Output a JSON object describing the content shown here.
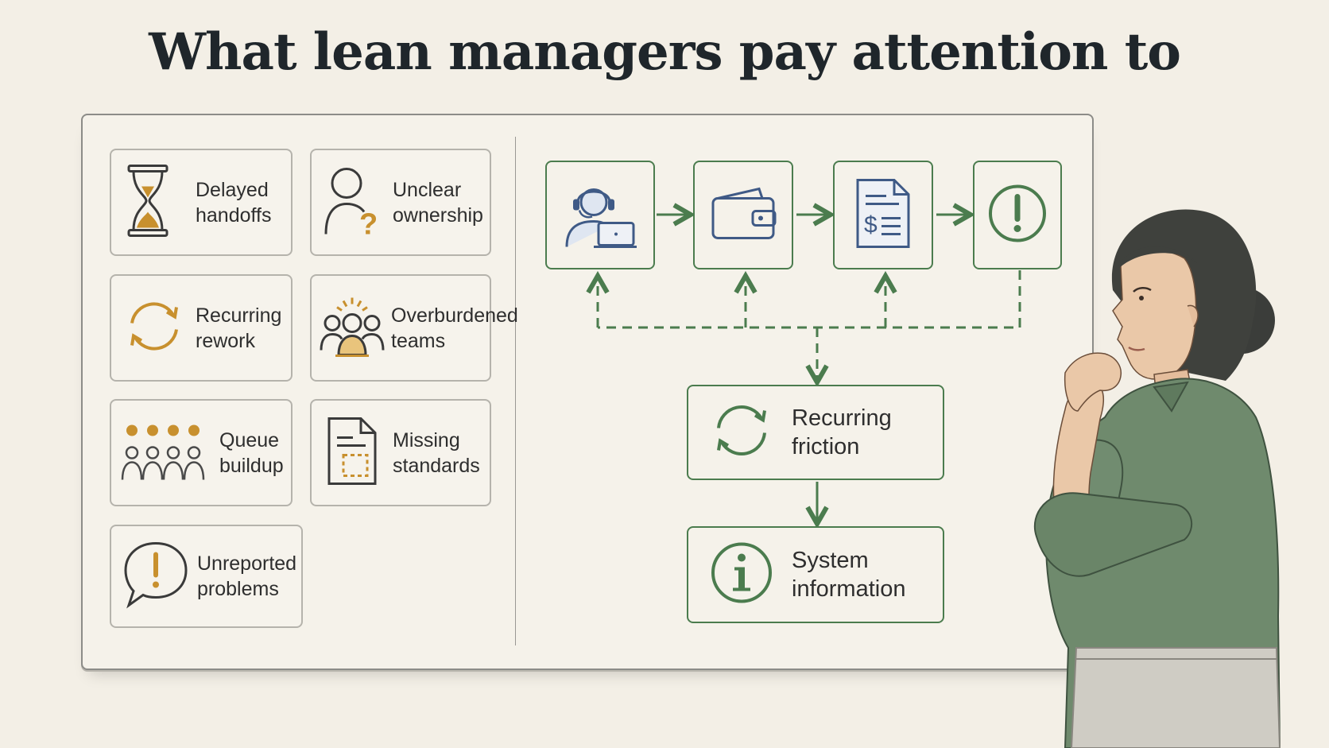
{
  "title": "What lean managers pay attention to",
  "cards": [
    {
      "line1": "Delayed",
      "line2": "handoffs",
      "icon": "hourglass-icon"
    },
    {
      "line1": "Unclear",
      "line2": "ownership",
      "icon": "person-question-icon"
    },
    {
      "line1": "Recurring",
      "line2": "rework",
      "icon": "cycle-arrows-icon"
    },
    {
      "line1": "Overburdened",
      "line2": "teams",
      "icon": "group-people-icon"
    },
    {
      "line1": "Queue",
      "line2": "buildup",
      "icon": "queue-people-icon"
    },
    {
      "line1": "Missing",
      "line2": "standards",
      "icon": "document-missing-icon"
    },
    {
      "line1": "Unreported",
      "line2": "problems",
      "icon": "speech-alert-icon"
    }
  ],
  "flow": {
    "steps": [
      "support-agent-icon",
      "wallet-icon",
      "invoice-icon",
      "alert-icon"
    ],
    "friction": {
      "line1": "Recurring",
      "line2": "friction",
      "icon": "cycle-arrows-icon"
    },
    "info": {
      "line1": "System",
      "line2": "information",
      "icon": "info-icon"
    }
  },
  "colors": {
    "green": "#4b7c4e",
    "gold": "#c8902e",
    "blue": "#3f5a86",
    "frame": "#8c8c88"
  }
}
